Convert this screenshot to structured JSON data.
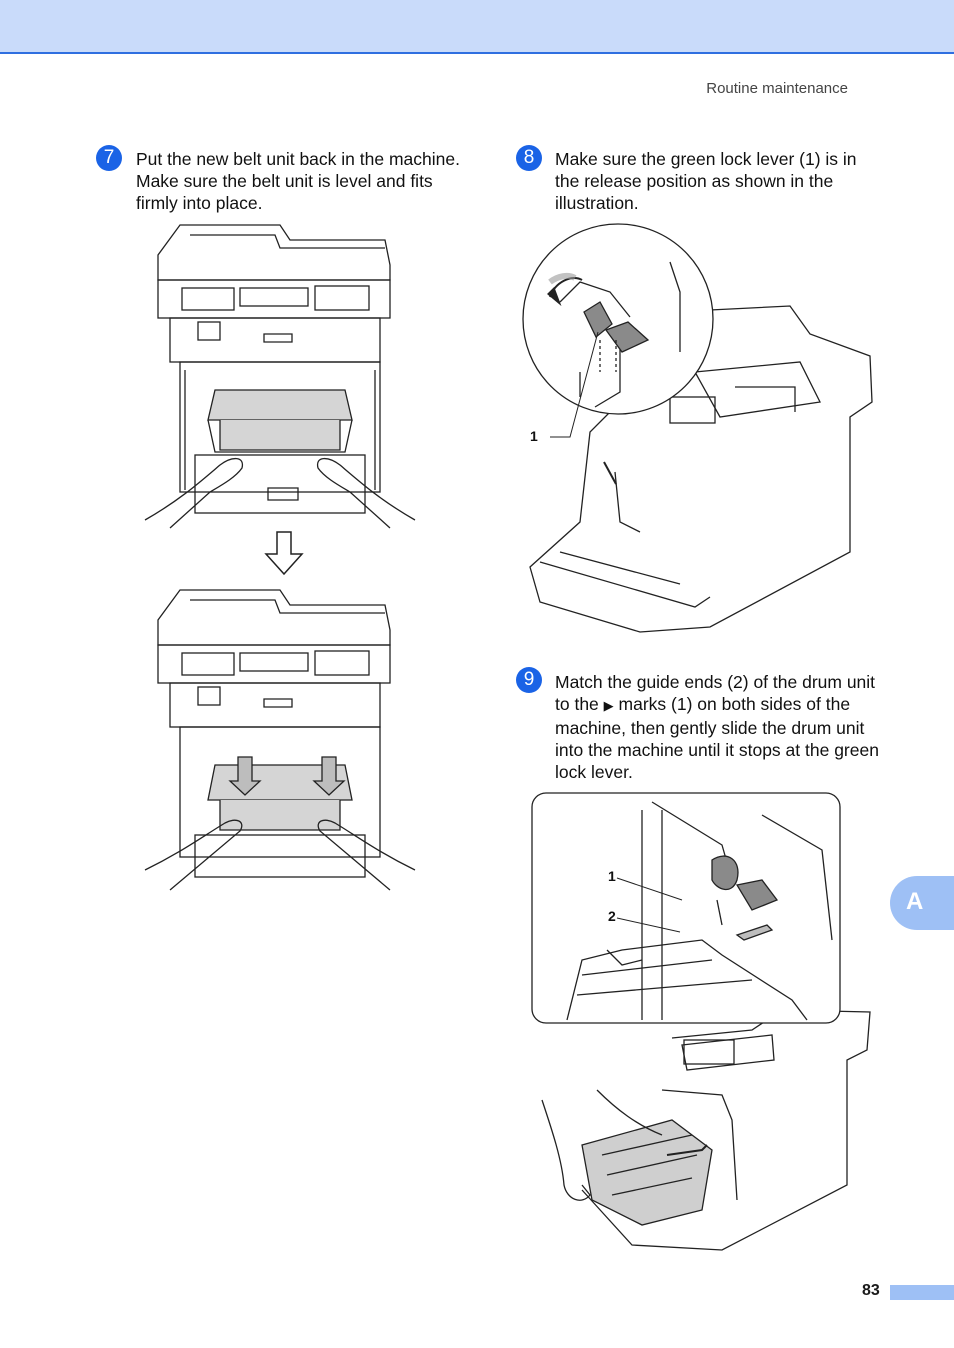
{
  "header": {
    "section": "Routine maintenance"
  },
  "steps": [
    {
      "number": "7",
      "text": "Put the new belt unit back in the machine. Make sure the belt unit is level and fits firmly into place."
    },
    {
      "number": "8",
      "text": "Make sure the green lock lever (1) is in the release position as shown in the illustration."
    },
    {
      "number": "9",
      "text_before": "Match the guide ends (2) of the drum unit to the",
      "text_after": "marks (1) on both sides of the machine, then gently slide the drum unit into the machine until it stops at the green lock lever."
    }
  ],
  "callouts": {
    "one": "1",
    "two": "2"
  },
  "side_tab": {
    "label": "A"
  },
  "footer": {
    "page_number": "83"
  },
  "colors": {
    "accent": "#1a63e6",
    "band": "#c9dbfa",
    "tab": "#9ec0f5",
    "line_art": "#222222",
    "shade": "#bdbdbd"
  },
  "icons": [
    "down-arrow-icon",
    "right-triangle-icon",
    "curved-arrow-icon"
  ]
}
